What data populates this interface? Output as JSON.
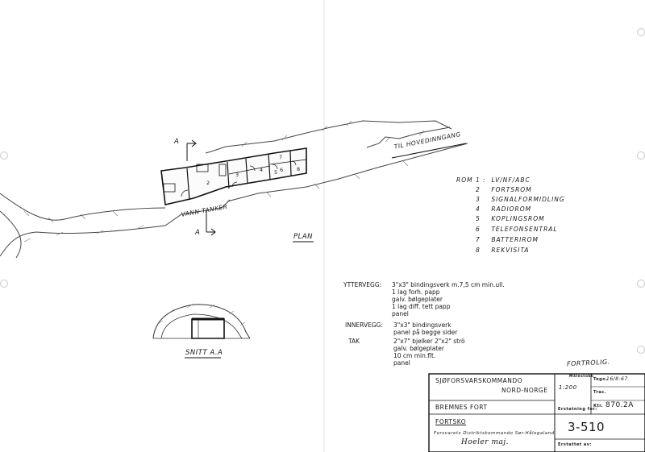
{
  "plan": {
    "title": "PLAN",
    "section_title": "SNITT A.A",
    "section_marker": "A",
    "corridor_label": "TIL HOVEDINNGANG",
    "water_label": "VANN TANKER",
    "room_numbers": [
      "2",
      "3",
      "4",
      "5",
      "6",
      "7",
      "8"
    ]
  },
  "legend": {
    "prefix": "ROM",
    "items": [
      {
        "num": "1",
        "name": "LV/NF/ABC"
      },
      {
        "num": "2",
        "name": "FORTSROM"
      },
      {
        "num": "3",
        "name": "SIGNALFORMIDLING"
      },
      {
        "num": "4",
        "name": "RADIOROM"
      },
      {
        "num": "5",
        "name": "KOPLINGSROM"
      },
      {
        "num": "6",
        "name": "TELEFONSENTRAL"
      },
      {
        "num": "7",
        "name": "BATTERIROM"
      },
      {
        "num": "8",
        "name": "REKVISITA"
      }
    ]
  },
  "specs": {
    "ytter_label": "YTTERVEGG:",
    "ytter_lines": [
      "3\"x3\" bindingsverk m.7,5 cm min.ull.",
      "1 lag forh. papp",
      "galv. bølgeplater",
      "1 lag diff. tett papp",
      "panel"
    ],
    "inner_label": "INNERVEGG:",
    "inner_lines": [
      "3\"x3\" bindingsverk",
      "panel på begge sider"
    ],
    "tak_label": "TAK",
    "tak_lines": [
      "2\"x7\" bjelker  2\"x2\" strö",
      "galv. bølgeplater",
      "10 cm min.flt.",
      "panel"
    ]
  },
  "title_block": {
    "stamp": "FORTROLIG.",
    "org_line1": "SJØFORSVARSKOMMANDO",
    "org_line2": "NORD-NORGE",
    "fort": "BREMNES FORT",
    "drawing_title": "FORTSKO",
    "authority": "Forsvarets Distriktskommando  Sør-Hålogaland.",
    "signature": "Hoeler maj.",
    "scale_label": "Målestokk",
    "scale": "1:200",
    "tegn_label": "Tegn.",
    "tegn_value": "16/8-67",
    "trac_label": "Trac.",
    "ktr_label": "Ktr.",
    "ktr_value": "870.2A",
    "replaces_label": "Erstatning for:",
    "drawing_no": "3-510",
    "replaced_by_label": "Erstattet av:"
  }
}
